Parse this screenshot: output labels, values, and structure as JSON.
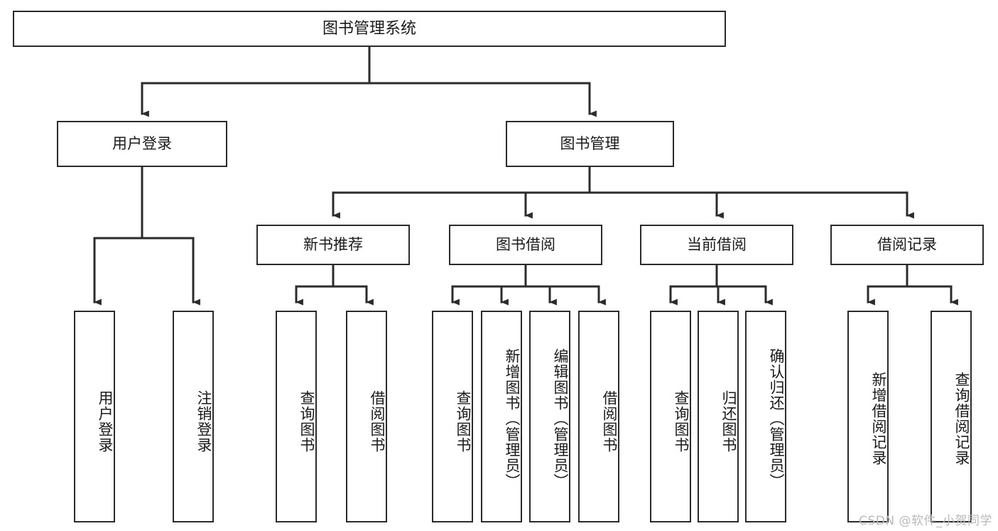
{
  "diagram": {
    "title": "图书管理系统",
    "type": "tree",
    "root": {
      "id": "root",
      "label": "图书管理系统"
    },
    "level2": [
      {
        "id": "user-login",
        "label": "用户登录"
      },
      {
        "id": "book-management",
        "label": "图书管理"
      }
    ],
    "level3": [
      {
        "id": "new-book-recommend",
        "label": "新书推荐",
        "parent": "book-management"
      },
      {
        "id": "book-borrow",
        "label": "图书借阅",
        "parent": "book-management"
      },
      {
        "id": "current-borrow",
        "label": "当前借阅",
        "parent": "book-management"
      },
      {
        "id": "borrow-record",
        "label": "借阅记录",
        "parent": "book-management"
      }
    ],
    "leaves": [
      {
        "id": "leaf-user-login",
        "label": "用户登录",
        "parent": "user-login"
      },
      {
        "id": "leaf-logout-login",
        "label": "注销登录",
        "parent": "user-login"
      },
      {
        "id": "leaf-query-book-1",
        "label": "查询图书",
        "parent": "new-book-recommend"
      },
      {
        "id": "leaf-borrow-book-1",
        "label": "借阅图书",
        "parent": "new-book-recommend"
      },
      {
        "id": "leaf-query-book-2",
        "label": "查询图书",
        "parent": "book-borrow"
      },
      {
        "id": "leaf-add-book-admin",
        "label": "新增图书（管理员）",
        "parent": "book-borrow"
      },
      {
        "id": "leaf-edit-book-admin",
        "label": "编辑图书（管理员）",
        "parent": "book-borrow"
      },
      {
        "id": "leaf-borrow-book-2",
        "label": "借阅图书",
        "parent": "book-borrow"
      },
      {
        "id": "leaf-query-book-3",
        "label": "查询图书",
        "parent": "current-borrow"
      },
      {
        "id": "leaf-return-book",
        "label": "归还图书",
        "parent": "current-borrow"
      },
      {
        "id": "leaf-confirm-return-admin",
        "label": "确认归还（管理员）",
        "parent": "current-borrow"
      },
      {
        "id": "leaf-add-borrow-record",
        "label": "新增借阅记录",
        "parent": "borrow-record"
      },
      {
        "id": "leaf-query-borrow-record",
        "label": "查询借阅记录",
        "parent": "borrow-record"
      }
    ]
  },
  "watermark": {
    "text": "CSDN @软件_小贺同学"
  },
  "colors": {
    "stroke": "#2b2b2b",
    "background": "#ffffff",
    "text": "#1a1a1a",
    "watermark": "#b9b9b9"
  }
}
